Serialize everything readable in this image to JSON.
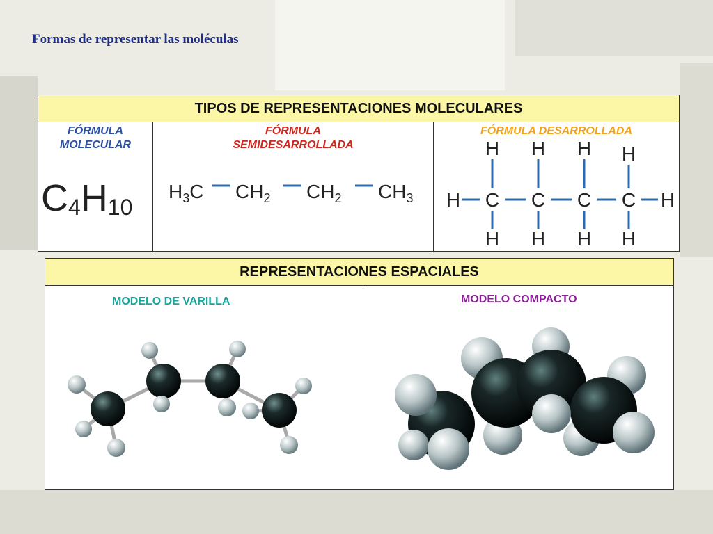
{
  "title": "Formas de representar las moléculas",
  "table1": {
    "header": "TIPOS DE REPRESENTACIONES MOLECULARES",
    "col1": {
      "label_line1": "FÓRMULA",
      "label_line2": "MOLECULAR",
      "formula": {
        "c": "C",
        "c_sub": "4",
        "h": "H",
        "h_sub": "10"
      }
    },
    "col2": {
      "label_line1": "FÓRMULA",
      "label_line2": "SEMIDESARROLLADA",
      "groups": [
        {
          "text": "H",
          "sub": "3",
          "tail": "C"
        },
        {
          "text": "CH",
          "sub": "2",
          "tail": ""
        },
        {
          "text": "CH",
          "sub": "2",
          "tail": ""
        },
        {
          "text": "CH",
          "sub": "3",
          "tail": ""
        }
      ]
    },
    "col3": {
      "label": "FÓRMULA DESARROLLADA",
      "carbon": "C",
      "hydrogen": "H"
    }
  },
  "table2": {
    "header": "REPRESENTACIONES ESPACIALES",
    "left_label": "MODELO DE VARILLA",
    "right_label": "MODELO COMPACTO"
  },
  "colors": {
    "title": "#1f2d86",
    "header_bg": "#fbf7a6",
    "molecular_label": "#2a4fa3",
    "semi_label": "#d0271d",
    "desarrollada_label": "#f2a31b",
    "varilla_label": "#1aa49a",
    "compacto_label": "#8a1f98",
    "bond": "#2b6cb0"
  }
}
